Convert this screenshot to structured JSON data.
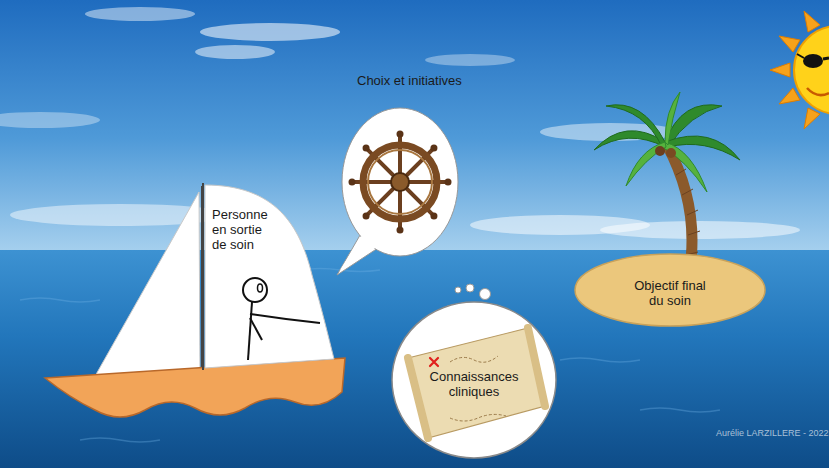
{
  "diagram": {
    "nodes": [
      {
        "text": [
          "Personne en sortie de soin"
        ]
      },
      {
        "text": [
          "Choix et initiatives"
        ]
      },
      {
        "text": [
          "Objectif final du soin"
        ]
      },
      {
        "text": [
          "Connaissances cliniques"
        ]
      }
    ],
    "labels": [
      "Aurélie LARZILLERE - 2022"
    ]
  }
}
